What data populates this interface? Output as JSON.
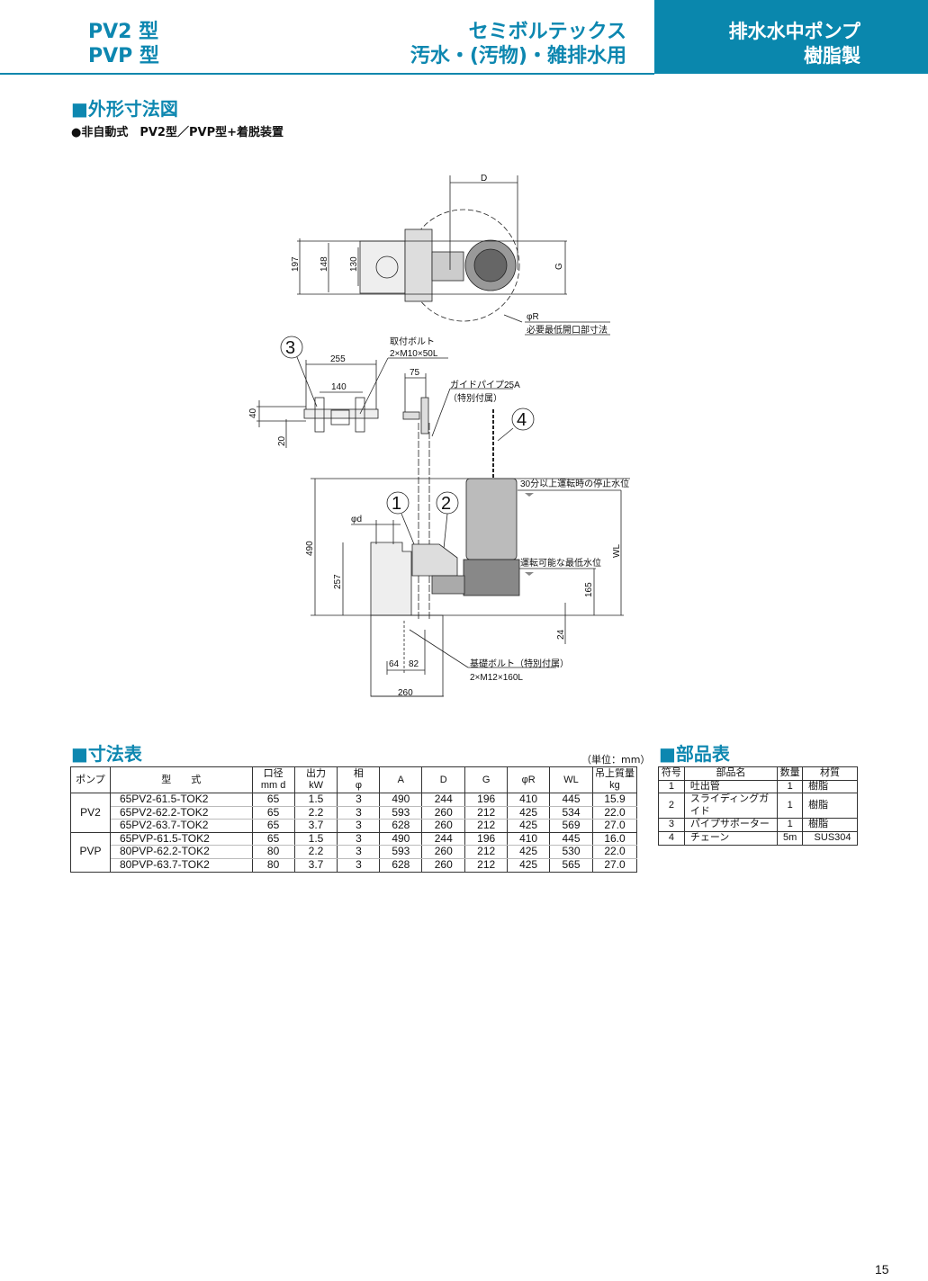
{
  "header": {
    "model_line1": "PV2 型",
    "model_line2": "PVP 型",
    "series_line1": "セミボルテックス",
    "series_line2": "汚水・(汚物)・雑排水用",
    "category_line1": "排水水中ポンプ",
    "category_line2": "樹脂製"
  },
  "outline": {
    "title": "■外形寸法図",
    "subtitle": "●非自動式　PV2型／PVP型+着脱装置"
  },
  "diagram": {
    "dim_D": "D",
    "dim_G": "G",
    "dim_197": "197",
    "dim_148": "148",
    "dim_130": "130",
    "phiR": "φR",
    "phiR_note": "必要最低開口部寸法",
    "bolt_label": "取付ボルト",
    "bolt_spec": "2×M10×50L",
    "dim_255": "255",
    "dim_140": "140",
    "dim_40": "40",
    "dim_20": "20",
    "dim_75": "75",
    "guide_pipe": "ガイドパイプ25A",
    "guide_pipe_note": "（特別付属）",
    "stop_level": "30分以上運転時の停止水位",
    "min_level": "運転可能な最低水位",
    "dim_phid": "φd",
    "dim_490": "490",
    "dim_257": "257",
    "dim_WL": "WL",
    "dim_165": "165",
    "dim_24": "24",
    "dim_64": "64",
    "dim_82": "82",
    "dim_260": "260",
    "foundation_bolt": "基礎ボルト（特別付属）",
    "foundation_bolt_spec": "2×M12×160L",
    "callouts": [
      "1",
      "2",
      "3",
      "4"
    ]
  },
  "dimensions": {
    "title": "■寸法表",
    "unit": "（単位：mm）",
    "headers": {
      "pump": "ポンプ",
      "model": "型　　式",
      "bore": "口径",
      "bore_unit": "mm d",
      "output": "出力",
      "output_unit": "kW",
      "phase": "相",
      "phase_unit": "φ",
      "A": "A",
      "D": "D",
      "G": "G",
      "R": "φR",
      "WL": "WL",
      "weight": "吊上質量",
      "weight_unit": "kg"
    },
    "groups": [
      {
        "pump": "PV2",
        "rows": [
          [
            "65PV2-61.5-TOK2",
            "65",
            "1.5",
            "3",
            "490",
            "244",
            "196",
            "410",
            "445",
            "15.9"
          ],
          [
            "65PV2-62.2-TOK2",
            "65",
            "2.2",
            "3",
            "593",
            "260",
            "212",
            "425",
            "534",
            "22.0"
          ],
          [
            "65PV2-63.7-TOK2",
            "65",
            "3.7",
            "3",
            "628",
            "260",
            "212",
            "425",
            "569",
            "27.0"
          ]
        ]
      },
      {
        "pump": "PVP",
        "rows": [
          [
            "65PVP-61.5-TOK2",
            "65",
            "1.5",
            "3",
            "490",
            "244",
            "196",
            "410",
            "445",
            "16.0"
          ],
          [
            "80PVP-62.2-TOK2",
            "80",
            "2.2",
            "3",
            "593",
            "260",
            "212",
            "425",
            "530",
            "22.0"
          ],
          [
            "80PVP-63.7-TOK2",
            "80",
            "3.7",
            "3",
            "628",
            "260",
            "212",
            "425",
            "565",
            "27.0"
          ]
        ]
      }
    ]
  },
  "parts": {
    "title": "■部品表",
    "headers": [
      "符号",
      "部品名",
      "数量",
      "材質"
    ],
    "rows": [
      [
        "1",
        "吐出管",
        "1",
        "樹脂"
      ],
      [
        "2",
        "スライディングガイド",
        "1",
        "樹脂"
      ],
      [
        "3",
        "パイプサポーター",
        "1",
        "樹脂"
      ],
      [
        "4",
        "チェーン",
        "5m",
        "SUS304"
      ]
    ]
  },
  "page_number": "15"
}
